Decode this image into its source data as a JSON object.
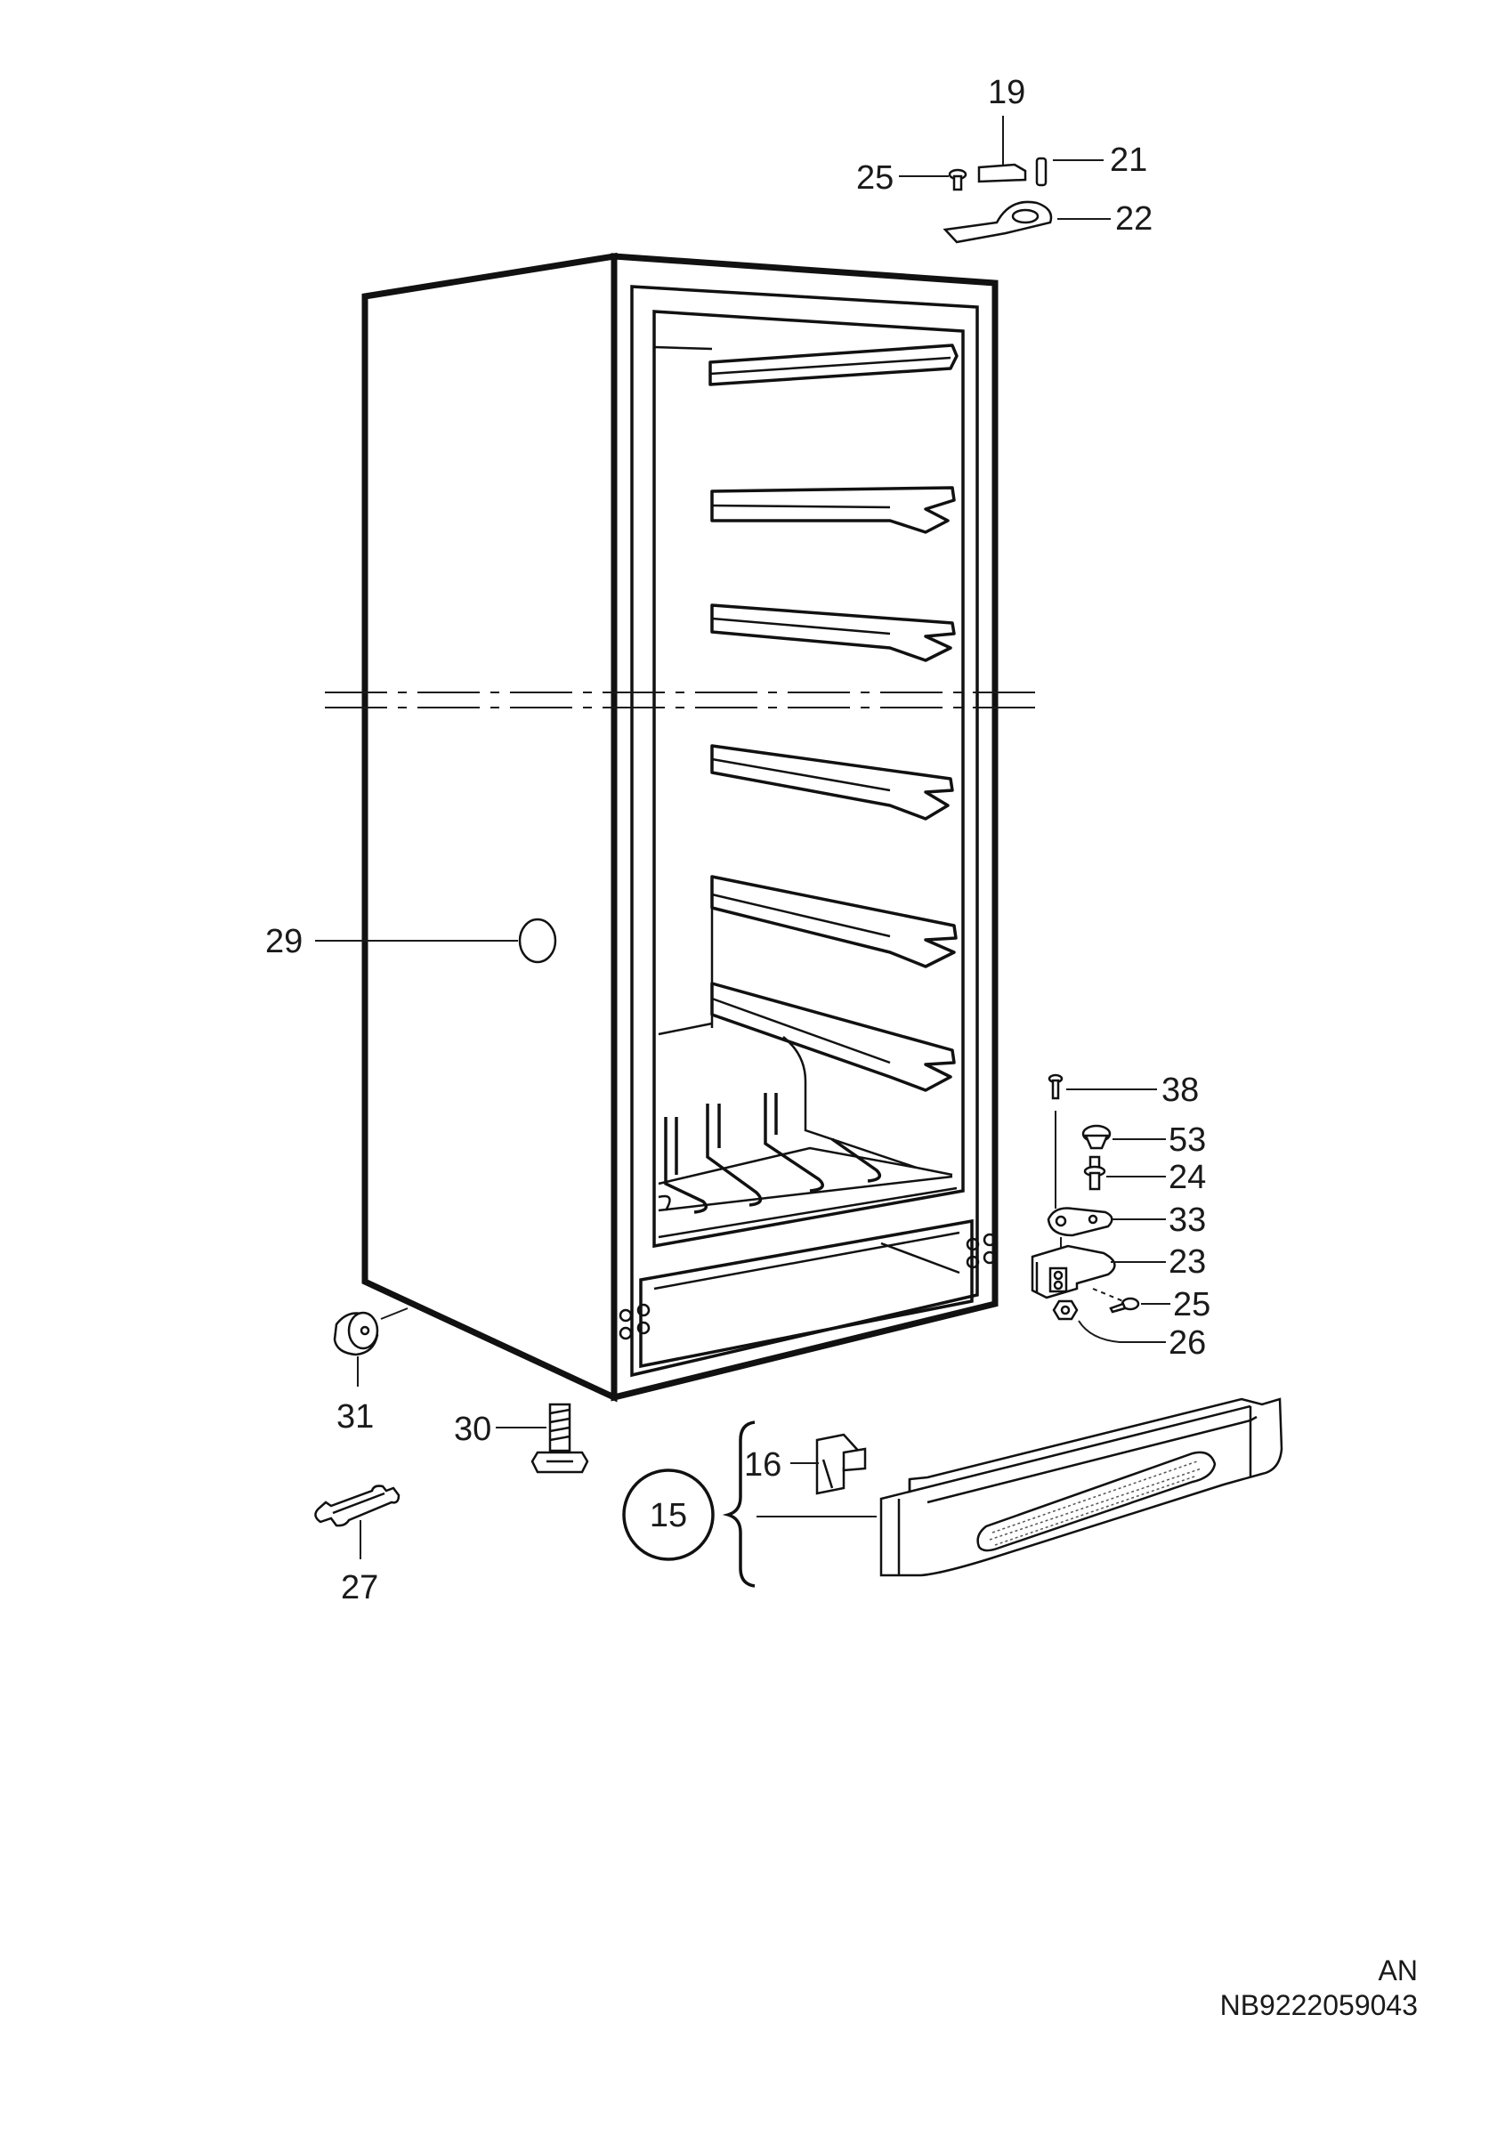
{
  "labels": {
    "p19": "19",
    "p25a": "25",
    "p21": "21",
    "p22": "22",
    "p29": "29",
    "p38": "38",
    "p53": "53",
    "p24": "24",
    "p33": "33",
    "p23": "23",
    "p25b": "25",
    "p26": "26",
    "p31": "31",
    "p30": "30",
    "p16": "16",
    "p15": "15",
    "p27": "27"
  },
  "footer": {
    "language": "AN",
    "document_code": "NB9222059043"
  }
}
